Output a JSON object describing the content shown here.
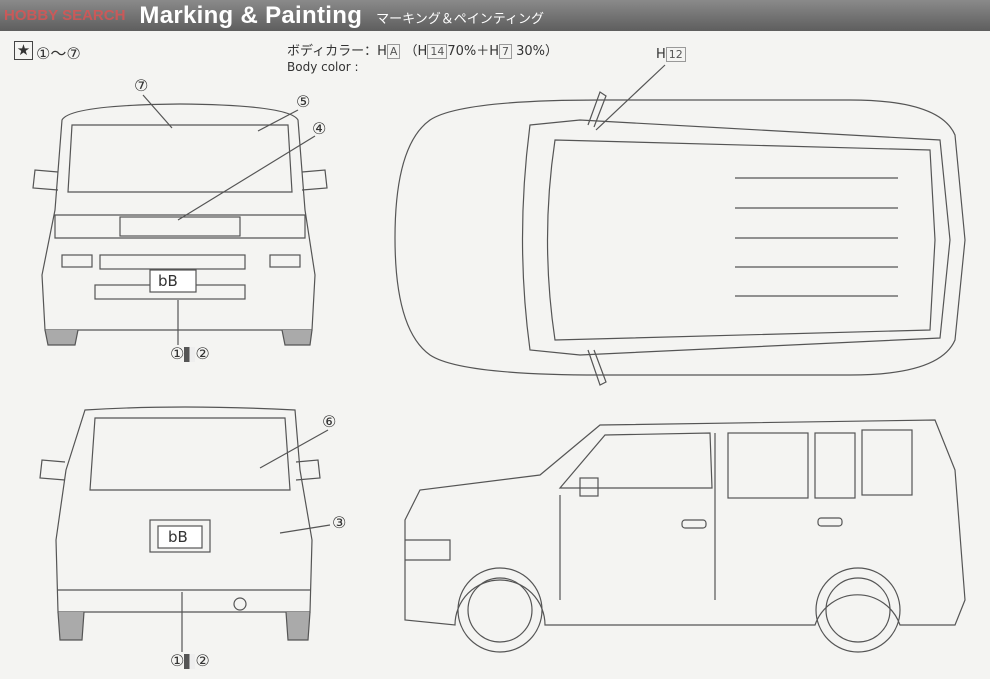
{
  "header": {
    "title": "Marking & Painting",
    "title_jp": "マーキング＆ペインティング",
    "watermark": "HOBBY SEARCH"
  },
  "markings_range": {
    "icon": "star-icon",
    "text": "①～⑦"
  },
  "body_color": {
    "label_jp": "ボディカラー：H",
    "code_a": "A",
    "open": "（H",
    "code_14": "14",
    "pct_70": "70%＋H",
    "code_7": "7",
    "pct_30": "30%）",
    "label_en": "Body color :"
  },
  "callouts": {
    "c7": "⑦",
    "c5": "⑤",
    "c4": "④",
    "c6": "⑥",
    "c3": "③",
    "front_pair_left": "①",
    "front_pair_right": "②",
    "rear_pair_left": "①",
    "rear_pair_right": "②",
    "top_paint_prefix": "H",
    "top_paint_code": "12"
  },
  "plate_text": "bB",
  "colors": {
    "header": "#6a6a6a",
    "line": "#444444",
    "paper": "#f4f4f2"
  }
}
